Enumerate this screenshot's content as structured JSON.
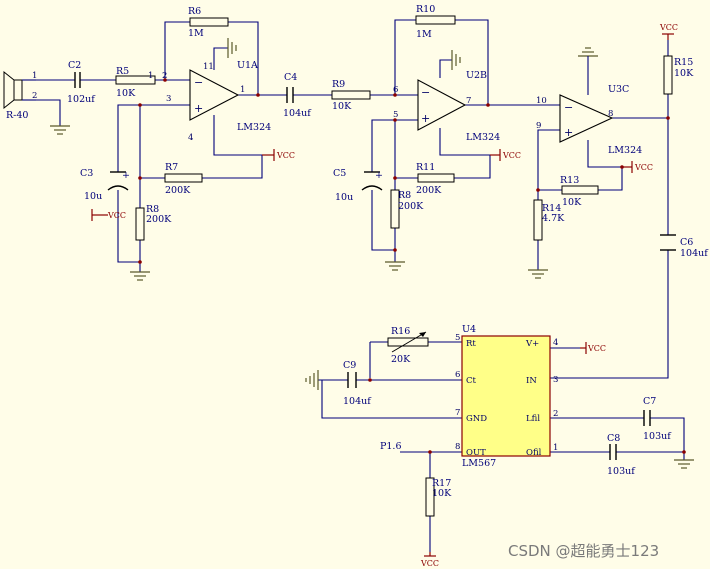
{
  "diagram": {
    "watermark": "CSDN @超能勇士123",
    "microphone": {
      "ref": "R-40",
      "pin1": "1",
      "pin2": "2"
    },
    "resistors": [
      {
        "ref": "R5",
        "value": "10K"
      },
      {
        "ref": "R6",
        "value": "1M"
      },
      {
        "ref": "R7",
        "value": "200K"
      },
      {
        "ref": "R8",
        "value": "200K"
      },
      {
        "ref": "R9",
        "value": "10K"
      },
      {
        "ref": "R10",
        "value": "1M"
      },
      {
        "ref": "R11",
        "value": "200K"
      },
      {
        "ref": "R8",
        "value": "200K"
      },
      {
        "ref": "R13",
        "value": "10K"
      },
      {
        "ref": "R14",
        "value": "4.7K"
      },
      {
        "ref": "R15",
        "value": "10K"
      },
      {
        "ref": "R16",
        "value": "20K"
      },
      {
        "ref": "R17",
        "value": "10K"
      }
    ],
    "capacitors": [
      {
        "ref": "C2",
        "value": "102uf"
      },
      {
        "ref": "C3",
        "value": "10u"
      },
      {
        "ref": "C4",
        "value": "104uf"
      },
      {
        "ref": "C5",
        "value": "10u"
      },
      {
        "ref": "C6",
        "value": "104uf"
      },
      {
        "ref": "C7",
        "value": "103uf"
      },
      {
        "ref": "C8",
        "value": "103uf"
      },
      {
        "ref": "C9",
        "value": "104uf"
      }
    ],
    "opamps": [
      {
        "ref": "U1A",
        "part": "LM324",
        "pin_out": "1",
        "pin_minus": "2",
        "pin_plus": "3",
        "pin_vp": "11",
        "pin_vn": "4"
      },
      {
        "ref": "U2B",
        "part": "LM324",
        "pin_out": "7",
        "pin_minus": "6",
        "pin_plus": "5"
      },
      {
        "ref": "U3C",
        "part": "LM324",
        "pin_out": "8",
        "pin_minus": "10",
        "pin_plus": "9"
      }
    ],
    "pin_labels": {
      "r5_in": "1",
      "r5_out": "2",
      "u2_p6": "6",
      "u2_p5": "5"
    },
    "plus_marks": {
      "c3": "+",
      "c5": "+"
    },
    "opamp_signs": {
      "minus": "−",
      "plus": "+"
    },
    "power": {
      "vcc": "VCC"
    },
    "ic": {
      "ref": "U4",
      "part": "LM567",
      "pins_left": [
        {
          "name": "Rt",
          "num": "5"
        },
        {
          "name": "Ct",
          "num": "6"
        },
        {
          "name": "GND",
          "num": "7"
        },
        {
          "name": "OUT",
          "num": "8"
        }
      ],
      "pins_right": [
        {
          "name": "V+",
          "num": "4"
        },
        {
          "name": "IN",
          "num": "3"
        },
        {
          "name": "Lfil",
          "num": "2"
        },
        {
          "name": "Ofil",
          "num": "1"
        }
      ]
    },
    "net_labels": {
      "p16": "P1.6"
    }
  }
}
